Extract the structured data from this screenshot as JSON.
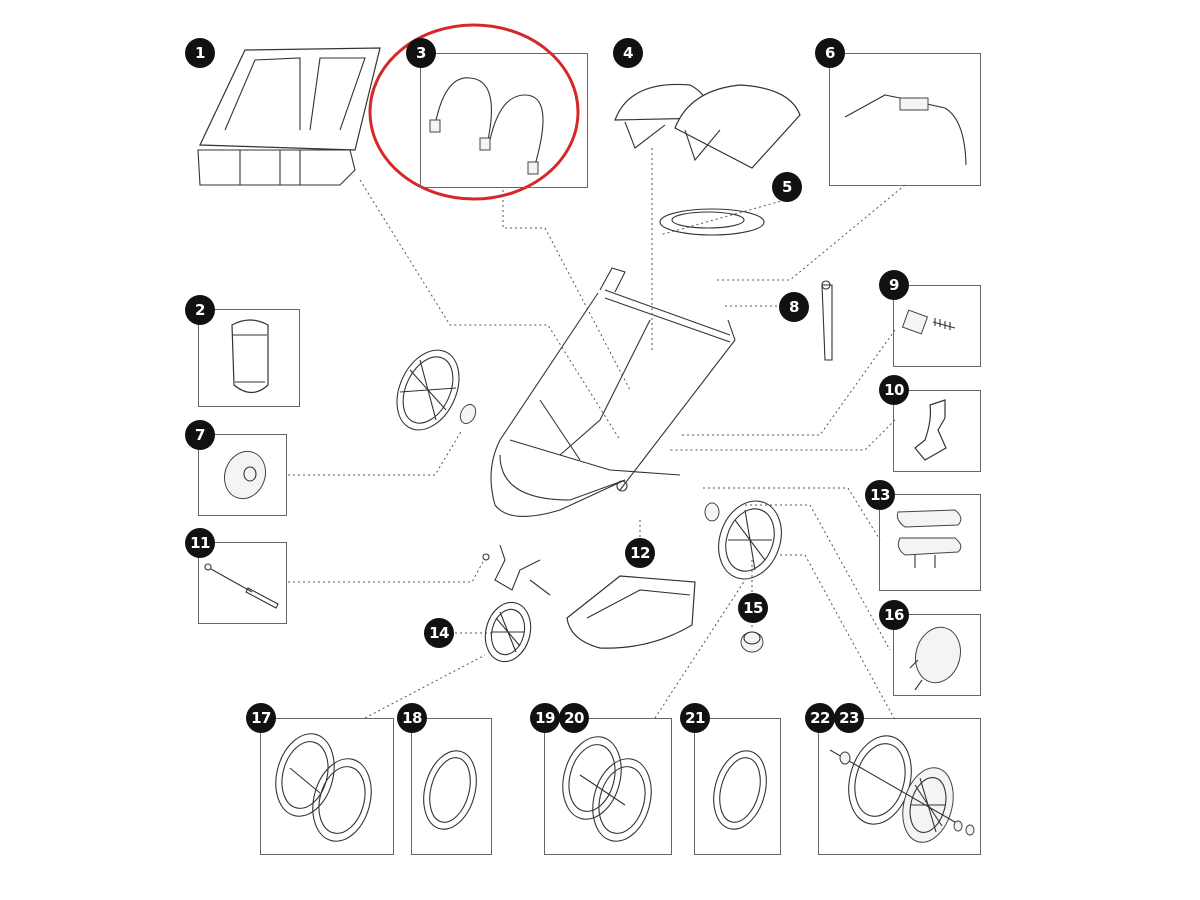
{
  "diagram": {
    "type": "exploded-parts-diagram",
    "subject": "double stroller spare parts",
    "highlight": {
      "part": "3",
      "color": "#d62828",
      "shape": "ellipse"
    },
    "badge_color": "#111111",
    "badge_text_color": "#ffffff",
    "box_color": "#666666",
    "parts": [
      {
        "id": "p1",
        "label": "1",
        "name": "seat-fabric",
        "boxed": false
      },
      {
        "id": "p2",
        "label": "2",
        "name": "harness-pad",
        "boxed": true
      },
      {
        "id": "p3",
        "label": "3",
        "name": "bumper-bars",
        "boxed": true
      },
      {
        "id": "p4",
        "label": "4",
        "name": "canopies",
        "boxed": false
      },
      {
        "id": "p5",
        "label": "5",
        "name": "cable",
        "boxed": false
      },
      {
        "id": "p6",
        "label": "6",
        "name": "handlebar",
        "boxed": true
      },
      {
        "id": "p7",
        "label": "7",
        "name": "hub-brake",
        "boxed": true
      },
      {
        "id": "p8",
        "label": "8",
        "name": "wrist-strap",
        "boxed": false
      },
      {
        "id": "p9",
        "label": "9",
        "name": "clip-and-screw",
        "boxed": true
      },
      {
        "id": "p10",
        "label": "10",
        "name": "latch",
        "boxed": true
      },
      {
        "id": "p11",
        "label": "11",
        "name": "axle-bolt",
        "boxed": true
      },
      {
        "id": "p12",
        "label": "12",
        "name": "storage-basket",
        "boxed": false
      },
      {
        "id": "p13",
        "label": "13",
        "name": "foot-pedal",
        "boxed": true
      },
      {
        "id": "p14",
        "label": "14",
        "name": "front-wheel",
        "boxed": false
      },
      {
        "id": "p15",
        "label": "15",
        "name": "hub-cap",
        "boxed": false
      },
      {
        "id": "p16",
        "label": "16",
        "name": "brake-disc-housing",
        "boxed": true
      },
      {
        "id": "p17",
        "label": "17",
        "name": "front-tire-and-tube",
        "boxed": true
      },
      {
        "id": "p18",
        "label": "18",
        "name": "front-inner-tube",
        "boxed": true
      },
      {
        "id": "p19",
        "label": "19",
        "name": "rear-tire",
        "boxed": true
      },
      {
        "id": "p20",
        "label": "20",
        "name": "rear-tube",
        "boxed": true
      },
      {
        "id": "p21",
        "label": "21",
        "name": "rear-inner-tube",
        "boxed": true
      },
      {
        "id": "p22",
        "label": "22",
        "name": "rear-wheel-complete",
        "boxed": true
      },
      {
        "id": "p23",
        "label": "23",
        "name": "rear-wheel-hardware",
        "boxed": true
      }
    ]
  }
}
